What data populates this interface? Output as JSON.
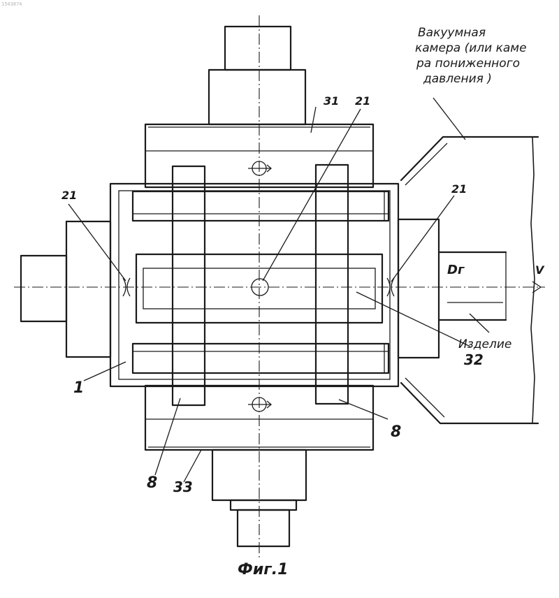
{
  "doc_number": "1543874",
  "labels": {
    "part_1": "1",
    "part_8_left": "8",
    "part_8_right": "8",
    "part_21_left": "21",
    "part_21_center": "21",
    "part_21_right": "21",
    "part_31": "31",
    "part_32": "32",
    "part_33": "33",
    "flow_label": "Dг",
    "velocity": "V",
    "workpiece": "Изделие"
  },
  "chamber_note": {
    "line1": "Вакуумная",
    "line2": "камера (или каме",
    "line3": "ра пониженного",
    "line4": "давления )"
  },
  "figure_caption": "Фиг.1"
}
